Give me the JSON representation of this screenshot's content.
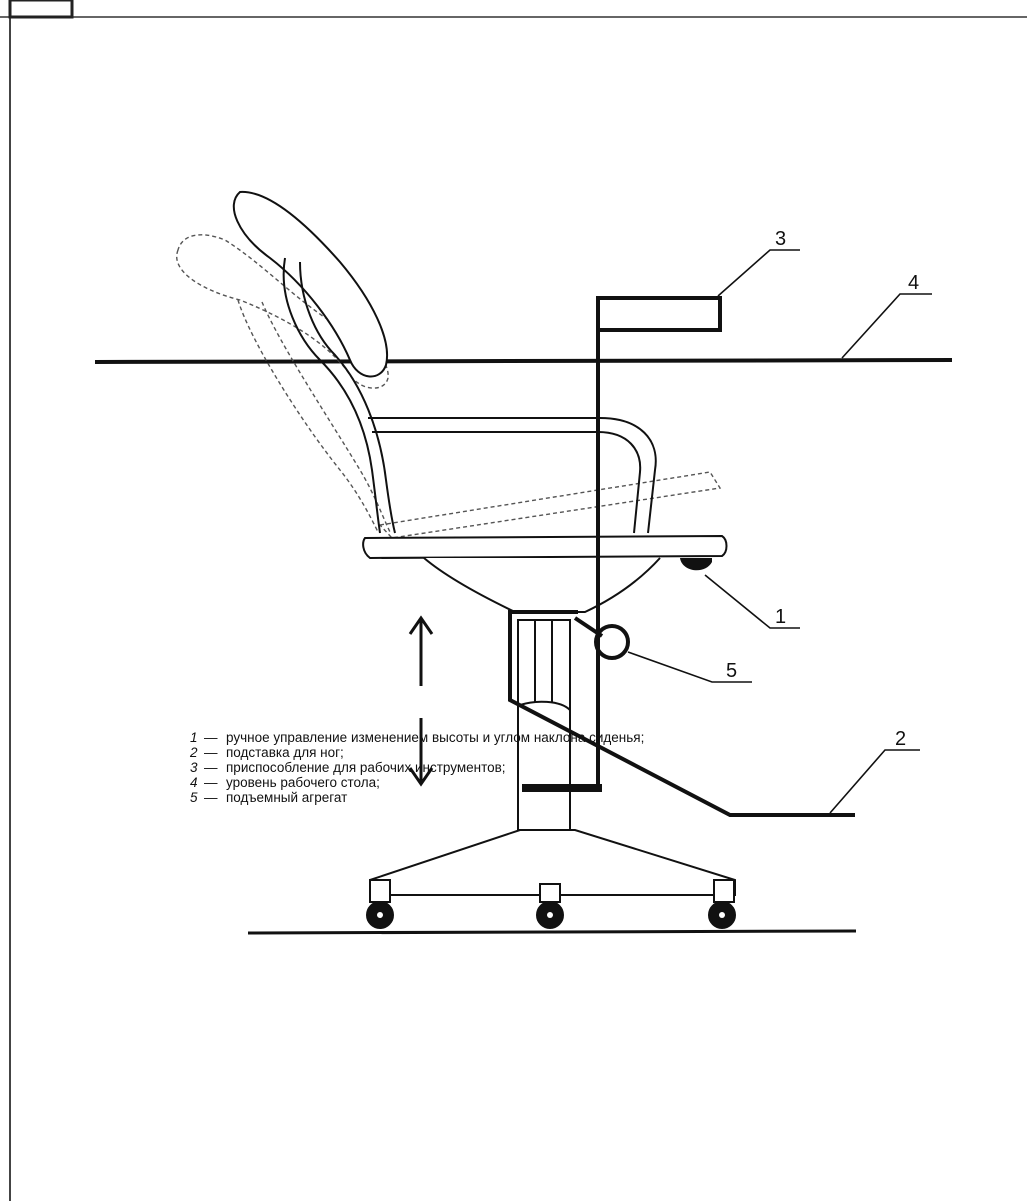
{
  "figure": {
    "callouts": [
      {
        "id": "1",
        "label": "1"
      },
      {
        "id": "2",
        "label": "2"
      },
      {
        "id": "3",
        "label": "3"
      },
      {
        "id": "4",
        "label": "4"
      },
      {
        "id": "5",
        "label": "5"
      }
    ]
  },
  "legend": {
    "items": [
      {
        "num": "1",
        "dash": "—",
        "text": "ручное управление изменением высоты и углом наклона сиденья;"
      },
      {
        "num": "2",
        "dash": "—",
        "text": "подставка для ног;"
      },
      {
        "num": "3",
        "dash": "—",
        "text": "приспособление для рабочих инструментов;"
      },
      {
        "num": "4",
        "dash": "—",
        "text": "уровень рабочего стола;"
      },
      {
        "num": "5",
        "dash": "—",
        "text": "подъемный агрегат"
      }
    ]
  }
}
